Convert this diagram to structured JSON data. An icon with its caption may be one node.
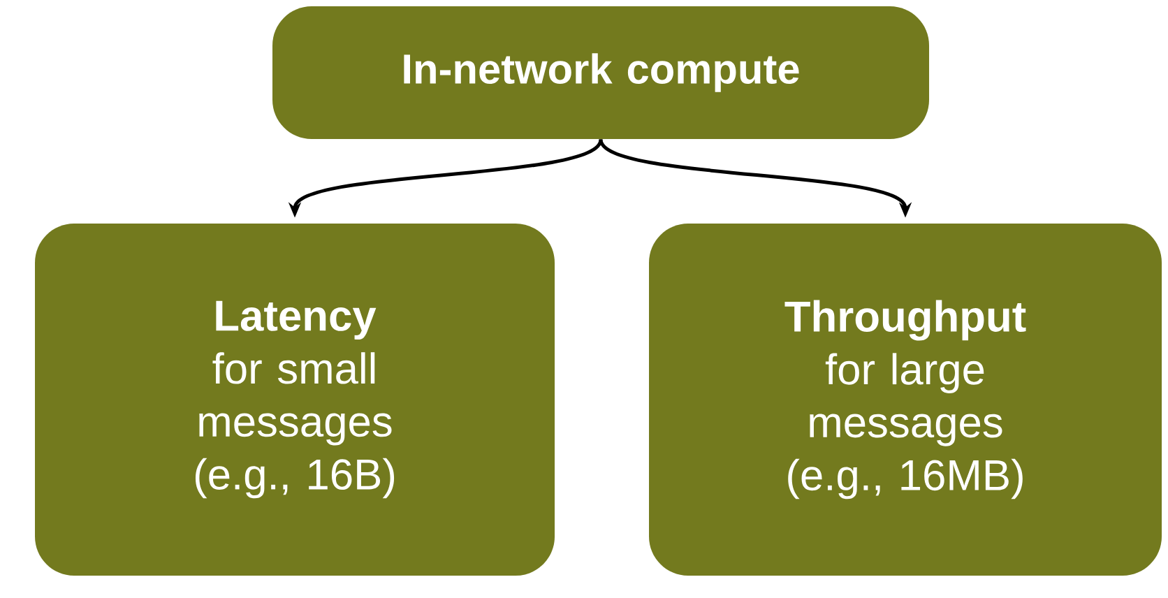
{
  "diagram": {
    "nodes": [
      {
        "text": [
          "In-network compute"
        ]
      },
      {
        "text": [
          "Latency",
          "for small messages (e.g., 16B)"
        ]
      },
      {
        "text": [
          "Throughput",
          "for large messages (e.g., 16MB)"
        ]
      }
    ],
    "edges": [
      {
        "from": 0,
        "to": 1,
        "arrow": "to"
      },
      {
        "from": 0,
        "to": 2,
        "arrow": "to"
      }
    ]
  }
}
